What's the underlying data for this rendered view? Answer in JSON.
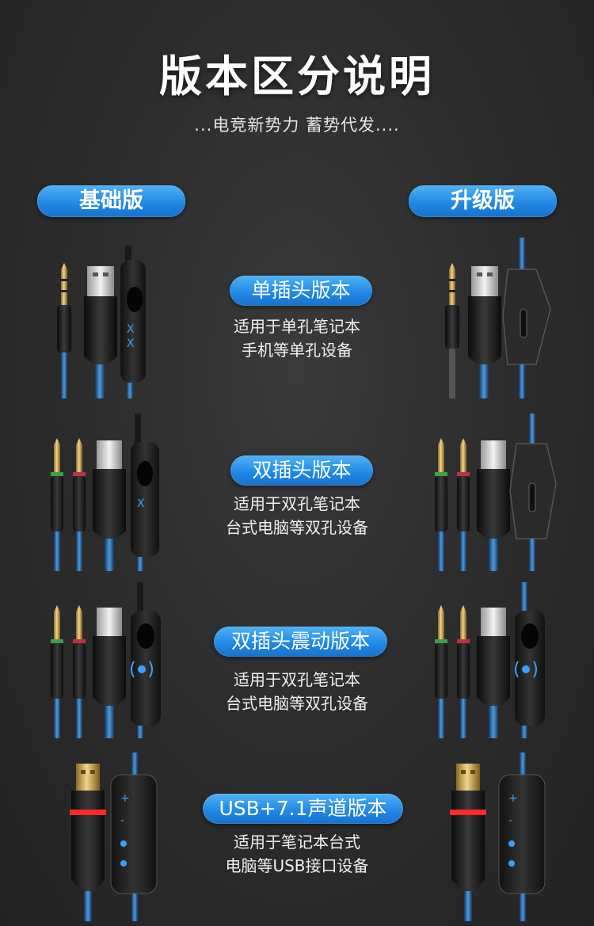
{
  "header": {
    "title": "版本区分说明",
    "subtitle": "...电竞新势力 蓄势代发...."
  },
  "columns": {
    "basic": "基础版",
    "upgrade": "升级版"
  },
  "versions": [
    {
      "label": "单插头版本",
      "desc_line1": "适用于单孔笔记本",
      "desc_line2": "手机等单孔设备"
    },
    {
      "label": "双插头版本",
      "desc_line1": "适用于双孔笔记本",
      "desc_line2": "台式电脑等双孔设备"
    },
    {
      "label": "双插头震动版本",
      "desc_line1": "适用于双孔笔记本",
      "desc_line2": "台式电脑等双孔设备"
    },
    {
      "label": "USB+7.1声道版本",
      "desc_line1": "适用于笔记本台式",
      "desc_line2": "电脑等USB接口设备"
    }
  ],
  "colors": {
    "accent_blue": "#2c8ff0",
    "cable_blue": "#2a6fb5",
    "plug_gold": "#d8b45a",
    "ring_green": "#3aa04a",
    "ring_red": "#c03048",
    "led_red": "#ff2a2a"
  },
  "icons": {
    "audio_plug": "audio-jack-icon",
    "usb_plug": "usb-plug-icon",
    "controller": "inline-controller-icon"
  }
}
